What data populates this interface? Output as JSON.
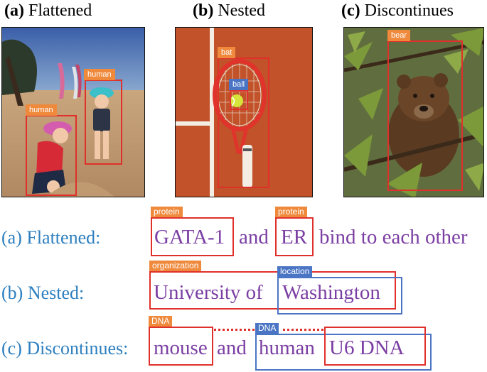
{
  "panels": [
    {
      "letter": "(a)",
      "title": "Flattened",
      "tags": [
        "human",
        "human"
      ]
    },
    {
      "letter": "(b)",
      "title": "Nested",
      "tags": [
        "bat",
        "ball"
      ]
    },
    {
      "letter": "(c)",
      "title": "Discontinues",
      "tags": [
        "bear"
      ]
    }
  ],
  "rows": {
    "flattened": {
      "label": "(a) Flattened:",
      "words": [
        "GATA-1",
        "and",
        "ER",
        "bind to each other"
      ],
      "tags": [
        "protein",
        "protein"
      ]
    },
    "nested": {
      "label": "(b) Nested:",
      "words": [
        "University of",
        "Washington"
      ],
      "tags": [
        "organization",
        "location"
      ]
    },
    "discontinues": {
      "label": "(c) Discontinues:",
      "words": [
        "mouse",
        "and",
        "human",
        "U6 DNA"
      ],
      "tags": [
        "DNA",
        "DNA"
      ]
    }
  },
  "colors": {
    "red_box": "#e0302b",
    "blue_box": "#4a74c4",
    "orange_tag": "#ef8a3d",
    "purple_text": "#7b3ea3",
    "blue_label": "#2d7fbf"
  }
}
